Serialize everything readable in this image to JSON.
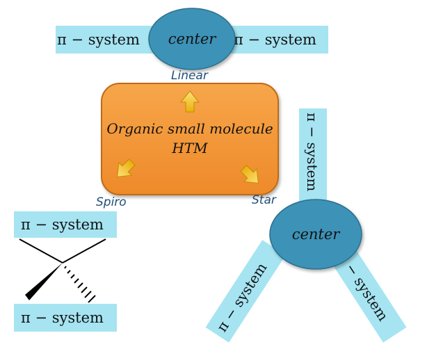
{
  "core": {
    "line1": "Organic small molecule",
    "line2": "HTM",
    "color": "#F39A3C"
  },
  "categories": {
    "linear": "Linear",
    "spiro": "Spiro",
    "star": "Star"
  },
  "linear": {
    "left_system": "π − system",
    "center": "center",
    "right_system": "π − system"
  },
  "spiro": {
    "top_system": "π − system",
    "bottom_system": "π − system"
  },
  "star": {
    "top_system": "π − system",
    "left_system": "π − system",
    "right_system": "π − system",
    "center": "center"
  },
  "colors": {
    "system_box": "#A6E4F2",
    "center_ellipse": "#3E92B7",
    "arrow": "#F7C317",
    "category_text": "#1F4E79"
  }
}
